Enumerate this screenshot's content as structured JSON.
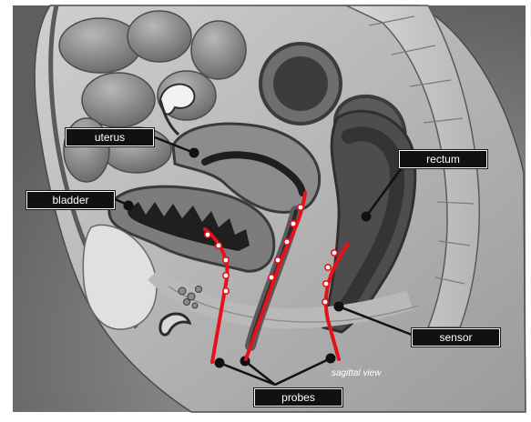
{
  "diagram": {
    "labels": {
      "uterus": "uterus",
      "bladder": "bladder",
      "rectum": "rectum",
      "sensor": "sensor",
      "probes": "probes"
    },
    "caption": "sagittal view",
    "colors": {
      "probe": "#e3121b",
      "label_bg": "#111111",
      "label_border": "#ffffff"
    }
  }
}
